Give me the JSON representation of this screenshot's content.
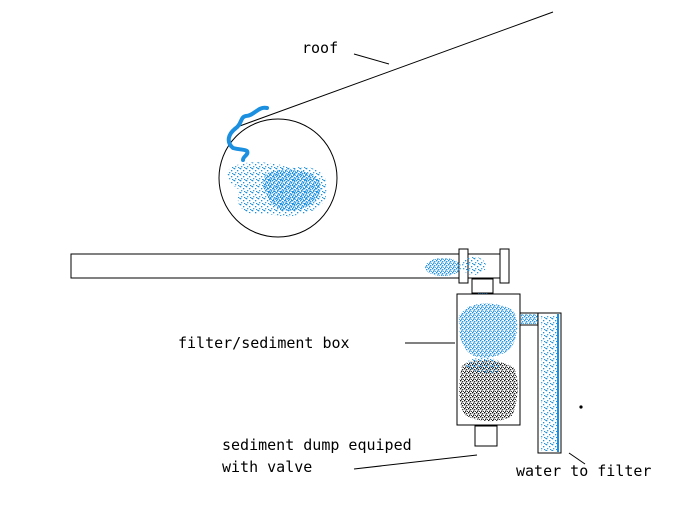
{
  "labels": {
    "roof": "roof",
    "filter_box": "filter/sediment box",
    "dump_line1": "sediment dump equiped",
    "dump_line2": "with valve",
    "water_out": "water to filter"
  },
  "colors": {
    "water": "#1b8fe0",
    "sediment": "#111111",
    "outline": "#000000",
    "background": "#ffffff"
  },
  "icons": {
    "rain": "rain-drop-splatter",
    "sediment": "sediment-speckle"
  }
}
